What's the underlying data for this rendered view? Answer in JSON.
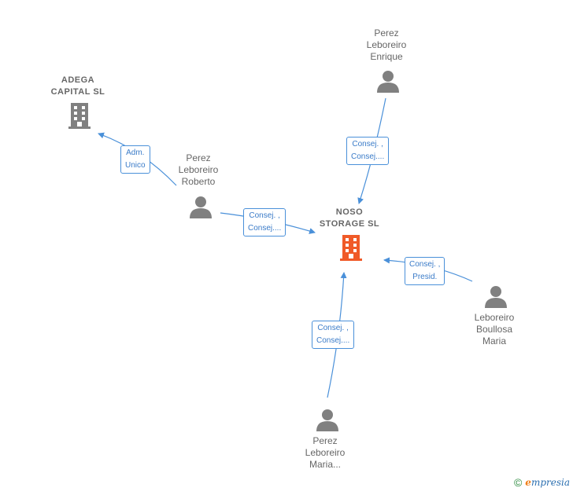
{
  "colors": {
    "person_icon": "#808080",
    "company_icon": "#808080",
    "main_company_icon": "#f05a28",
    "edge": "#4a90d9",
    "text": "#666666"
  },
  "nodes": {
    "adega": {
      "lines": [
        "ADEGA",
        "CAPITAL  SL"
      ],
      "icon": "building-icon"
    },
    "enrique": {
      "lines": [
        "Perez",
        "Leboreiro",
        "Enrique"
      ],
      "icon": "person-icon"
    },
    "roberto": {
      "lines": [
        "Perez",
        "Leboreiro",
        "Roberto"
      ],
      "icon": "person-icon"
    },
    "noso": {
      "lines": [
        "NOSO",
        "STORAGE  SL"
      ],
      "icon": "building-icon"
    },
    "bouliosa": {
      "lines": [
        "Leboreiro",
        "Boullosa",
        "Maria"
      ],
      "icon": "person-icon"
    },
    "maria": {
      "lines": [
        "Perez",
        "Leboreiro",
        "Maria..."
      ],
      "icon": "person-icon"
    }
  },
  "edges": {
    "roberto_adega": [
      "Adm.",
      "Unico"
    ],
    "enrique_noso": [
      "Consej. ,",
      "Consej...."
    ],
    "roberto_noso": [
      "Consej. ,",
      "Consej...."
    ],
    "bouliosa_noso": [
      "Consej. ,",
      "Presid."
    ],
    "maria_noso": [
      "Consej. ,",
      "Consej...."
    ]
  },
  "footer": {
    "copyright": "©",
    "brand_first": "e",
    "brand_rest": "mpresia"
  }
}
